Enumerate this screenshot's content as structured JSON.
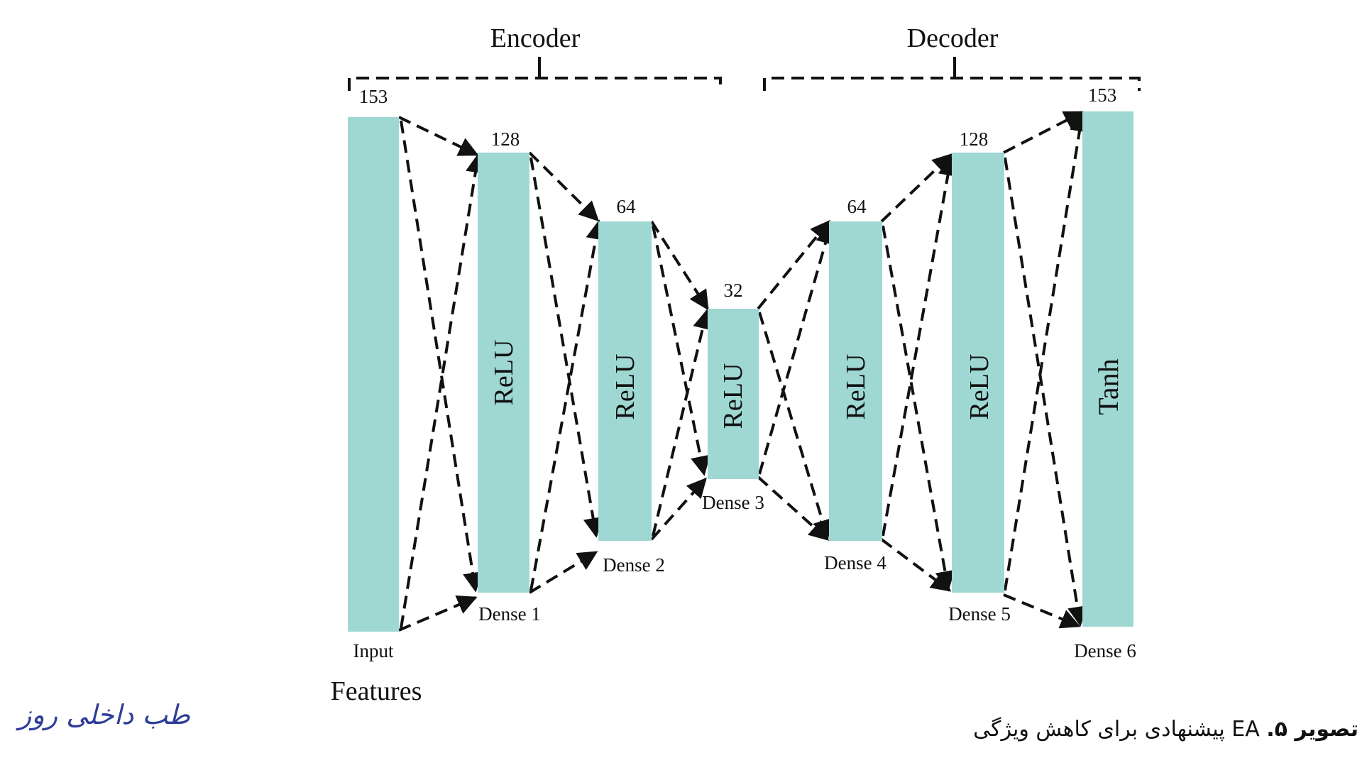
{
  "groups": {
    "encoder": "Encoder",
    "decoder": "Decoder"
  },
  "layers": [
    {
      "size": "153",
      "activation": "",
      "label": "Input"
    },
    {
      "size": "128",
      "activation": "ReLU",
      "label": "Dense 1"
    },
    {
      "size": "64",
      "activation": "ReLU",
      "label": "Dense 2"
    },
    {
      "size": "32",
      "activation": "ReLU",
      "label": "Dense 3"
    },
    {
      "size": "64",
      "activation": "ReLU",
      "label": "Dense 4"
    },
    {
      "size": "128",
      "activation": "ReLU",
      "label": "Dense 5"
    },
    {
      "size": "153",
      "activation": "Tanh",
      "label": "Dense 6"
    }
  ],
  "features_label": "Features",
  "caption": {
    "prefix": "تصویر ۵.",
    "text": "EA پیشنهادی برای کاهش ویژگی"
  },
  "logo_text": "طب داخلی روز",
  "colors": {
    "layer_fill": "#9fd8d3",
    "line": "#111111"
  }
}
